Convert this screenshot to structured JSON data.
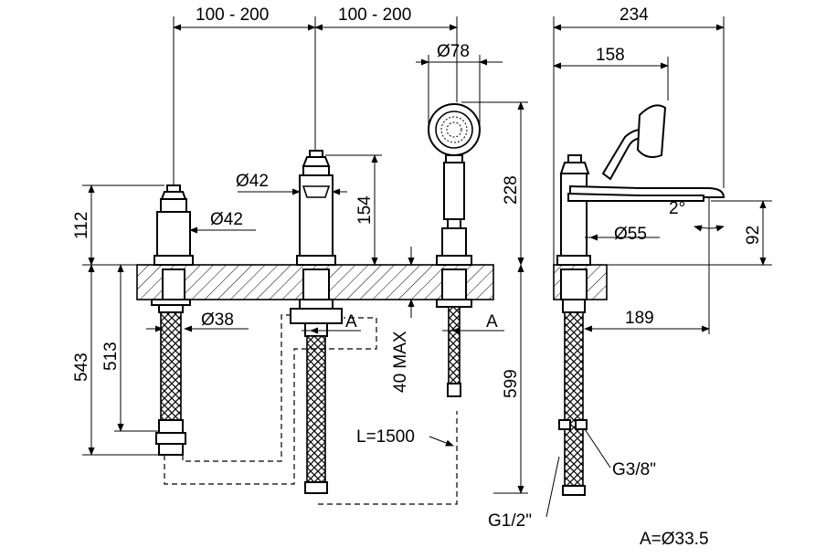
{
  "dimensions": {
    "top_left_spacing": "100 - 200",
    "top_right_spacing": "100 - 200",
    "handshower_diameter": "Ø78",
    "overall_width": "234",
    "spout_reach_top": "158",
    "handle_diameter_1": "Ø42",
    "handle_diameter_2": "Ø42",
    "handle_height": "154",
    "handshower_height": "228",
    "valve_height": "112",
    "shank_diameter": "Ø38",
    "spout_base_diameter": "Ø55",
    "spout_angle": "2°",
    "spout_height": "92",
    "spout_reach": "189",
    "hose_length_1": "543",
    "hose_length_2": "513",
    "deck_thickness": "40 MAX",
    "hose_length_3": "599",
    "handshower_hose": "L=1500",
    "thread_small": "G3/8\"",
    "thread_large": "G1/2\"",
    "a_label_1": "A",
    "a_label_2": "A",
    "a_note": "A=Ø33.5"
  }
}
